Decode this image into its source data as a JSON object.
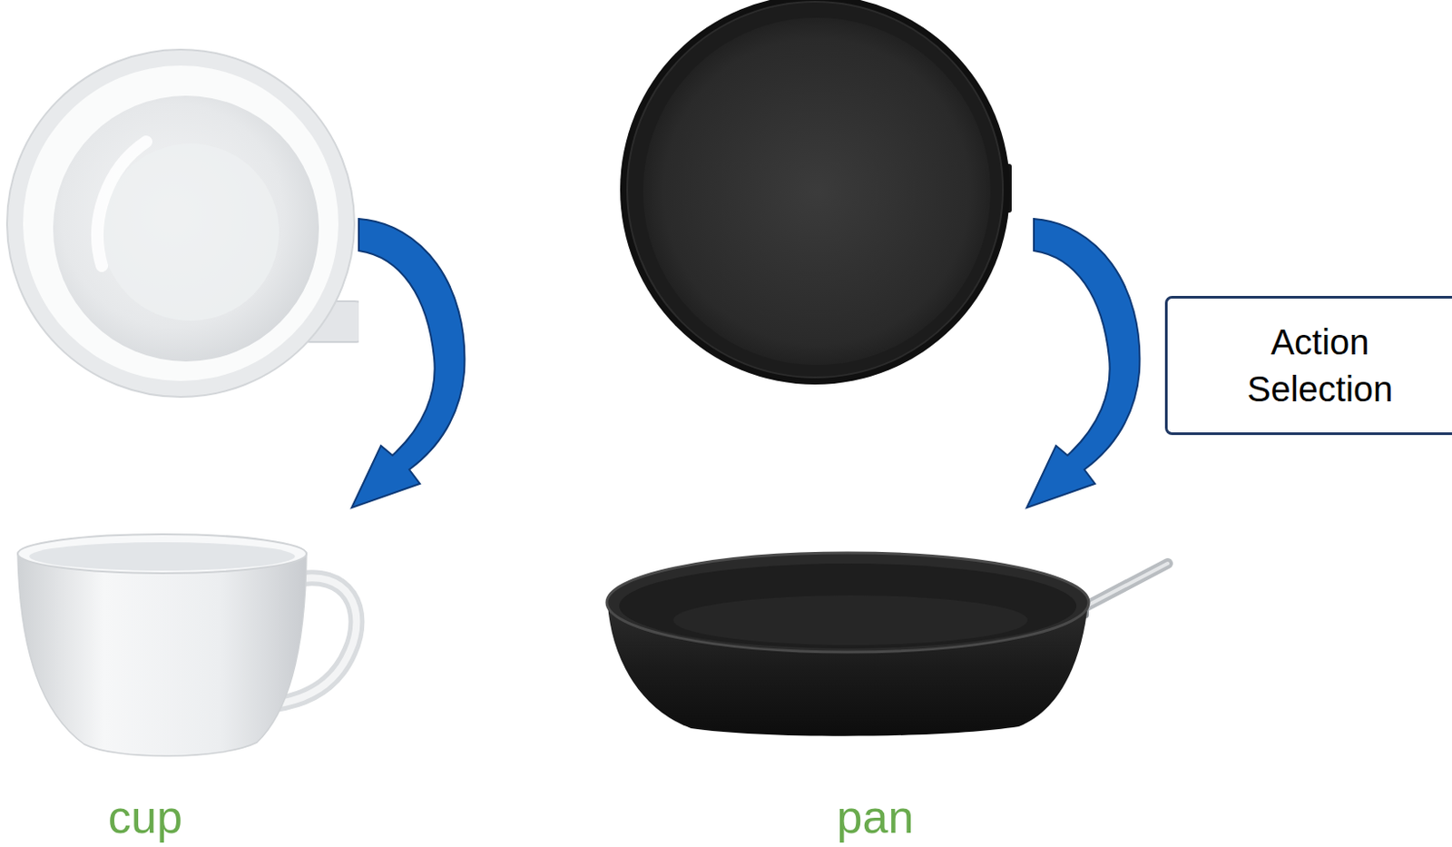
{
  "diagram": {
    "nodes": [
      {
        "text": [
          "Action Selection"
        ]
      }
    ],
    "labels": [
      "cup",
      "pan"
    ]
  }
}
